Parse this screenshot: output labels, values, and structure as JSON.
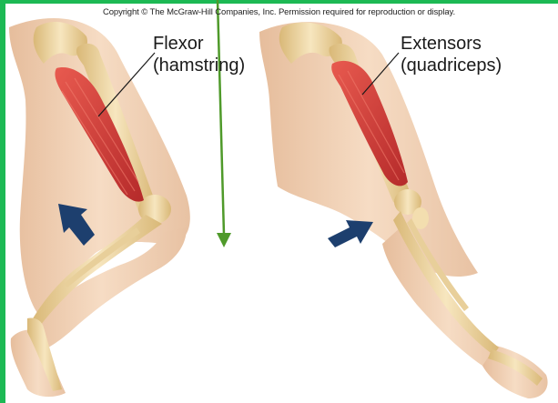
{
  "copyright": "Copyright © The McGraw-Hill Companies, Inc. Permission required for reproduction or display.",
  "flexor": {
    "line1": "Flexor",
    "line2": "(hamstring)"
  },
  "extensor": {
    "line1": "Extensors",
    "line2": "(quadriceps)"
  },
  "colors": {
    "frame_green": "#1db954",
    "pointer_green": "#4f9a2a",
    "skin": "#f3d6bd",
    "skin_shadow": "#e2b898",
    "bone": "#f2dcae",
    "bone_shadow": "#d9b877",
    "muscle": "#d83b3b",
    "muscle_dark": "#b22a2a",
    "movement_arrow": "#1d3f6e"
  }
}
